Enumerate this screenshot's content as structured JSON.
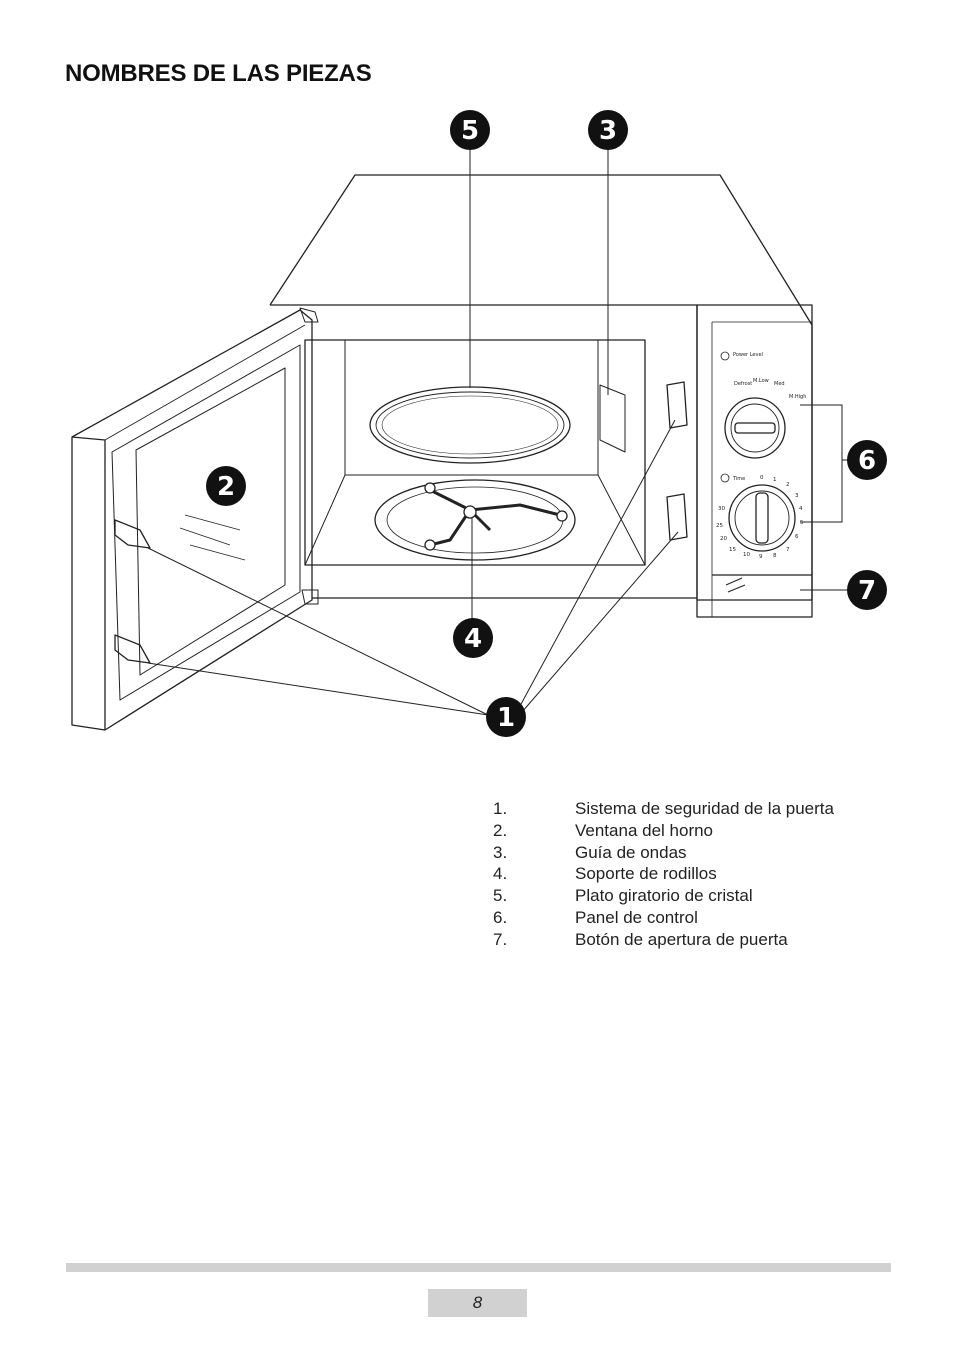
{
  "page": {
    "title": "NOMBRES DE LAS PIEZAS",
    "page_number": "8"
  },
  "diagram": {
    "callouts": [
      "1",
      "2",
      "3",
      "4",
      "5",
      "6",
      "7"
    ],
    "panel_labels": {
      "power_level": "Power Level",
      "defrost": "Defrost",
      "m_low": "M.Low",
      "med": "Med",
      "m_high": "M.High",
      "time": "Time"
    },
    "timer_marks": [
      "0",
      "1",
      "2",
      "3",
      "4",
      "5",
      "6",
      "7",
      "8",
      "9",
      "10",
      "15",
      "20",
      "25",
      "30"
    ]
  },
  "parts": [
    {
      "num": "1.",
      "label": "Sistema de seguridad de la puerta"
    },
    {
      "num": "2.",
      "label": "Ventana del horno"
    },
    {
      "num": "3.",
      "label": "Guía de ondas"
    },
    {
      "num": "4.",
      "label": "Soporte de rodillos"
    },
    {
      "num": "5.",
      "label": "Plato giratorio de cristal"
    },
    {
      "num": "6.",
      "label": "Panel de control"
    },
    {
      "num": "7.",
      "label": "Botón de apertura de puerta"
    }
  ]
}
